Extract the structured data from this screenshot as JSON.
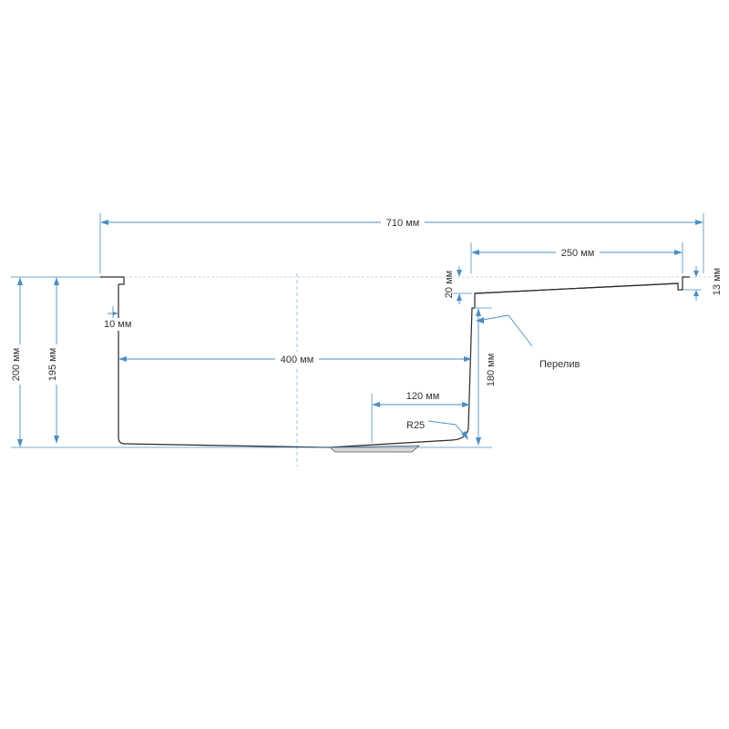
{
  "drawing": {
    "dims": {
      "overall_width": "710 мм",
      "drainboard_width": "250 мм",
      "bowl_width": "400 мм",
      "bottom_offset": "120 мм",
      "overall_height": "200 мм",
      "bowl_depth": "195 мм",
      "inner_depth": "180 мм",
      "step_height": "20 мм",
      "edge_height": "13 мм",
      "rim_width": "10 мм",
      "radius": "R25"
    },
    "callouts": {
      "overflow": "Перелив"
    },
    "colors": {
      "dimension": "#4a8fc4",
      "outline": "#2a2a2a"
    }
  }
}
